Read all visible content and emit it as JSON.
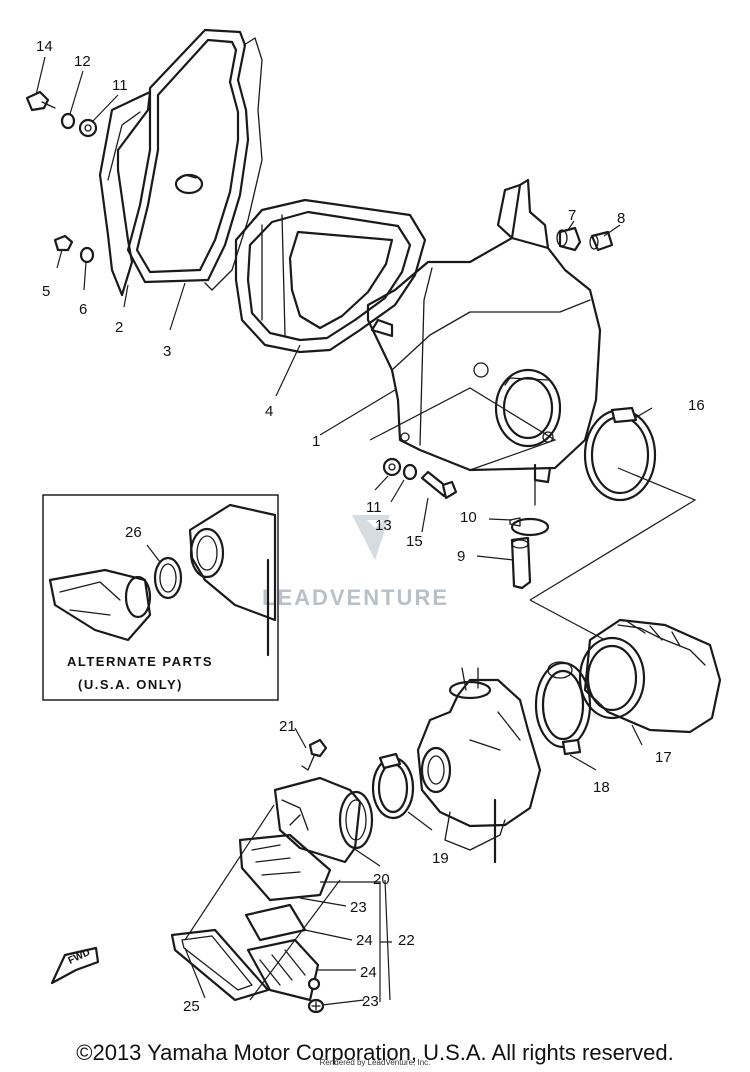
{
  "diagram": {
    "callouts": [
      {
        "id": "c1",
        "label": "1"
      },
      {
        "id": "c2",
        "label": "2"
      },
      {
        "id": "c3",
        "label": "3"
      },
      {
        "id": "c4",
        "label": "4"
      },
      {
        "id": "c5",
        "label": "5"
      },
      {
        "id": "c6",
        "label": "6"
      },
      {
        "id": "c7",
        "label": "7"
      },
      {
        "id": "c8",
        "label": "8"
      },
      {
        "id": "c9",
        "label": "9"
      },
      {
        "id": "c10",
        "label": "10"
      },
      {
        "id": "c11a",
        "label": "11"
      },
      {
        "id": "c11b",
        "label": "11"
      },
      {
        "id": "c12a",
        "label": "12"
      },
      {
        "id": "c12b",
        "label": "12"
      },
      {
        "id": "c13a",
        "label": "13"
      },
      {
        "id": "c13b",
        "label": "13"
      },
      {
        "id": "c14",
        "label": "14"
      },
      {
        "id": "c15",
        "label": "15"
      },
      {
        "id": "c16",
        "label": "16"
      },
      {
        "id": "c17",
        "label": "17"
      },
      {
        "id": "c18",
        "label": "18"
      },
      {
        "id": "c19",
        "label": "19"
      },
      {
        "id": "c20",
        "label": "20"
      },
      {
        "id": "c21",
        "label": "21"
      },
      {
        "id": "c22",
        "label": "22"
      },
      {
        "id": "c23",
        "label": "23"
      },
      {
        "id": "c24",
        "label": "24"
      },
      {
        "id": "c25",
        "label": "25"
      },
      {
        "id": "c26",
        "label": "26"
      }
    ],
    "alternate_parts": {
      "line1": "ALTERNATE PARTS",
      "line2": "(U.S.A. ONLY)"
    },
    "fwd_label": "FWD",
    "watermark": "LEADVENTURE"
  },
  "footer": {
    "copyright": "©2013 Yamaha Motor Corporation, U.S.A. All rights reserved.",
    "rendered_by": "Rendered by LeadVenture, Inc."
  }
}
